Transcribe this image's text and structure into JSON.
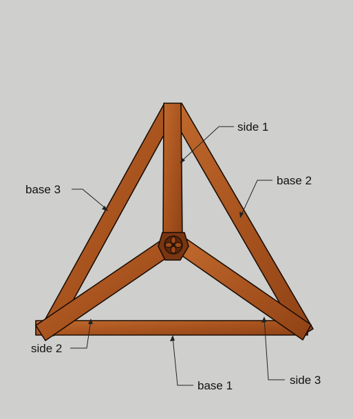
{
  "labels": {
    "side1": "side 1",
    "side2": "side 2",
    "side3": "side 3",
    "base1": "base 1",
    "base2": "base 2",
    "base3": "base 3"
  },
  "colors": {
    "background": "#cfcfcd",
    "wood_light": "#b8622a",
    "wood_dark": "#8a3f14",
    "outline": "#1a0d05",
    "hub": "#6a2e0c"
  }
}
